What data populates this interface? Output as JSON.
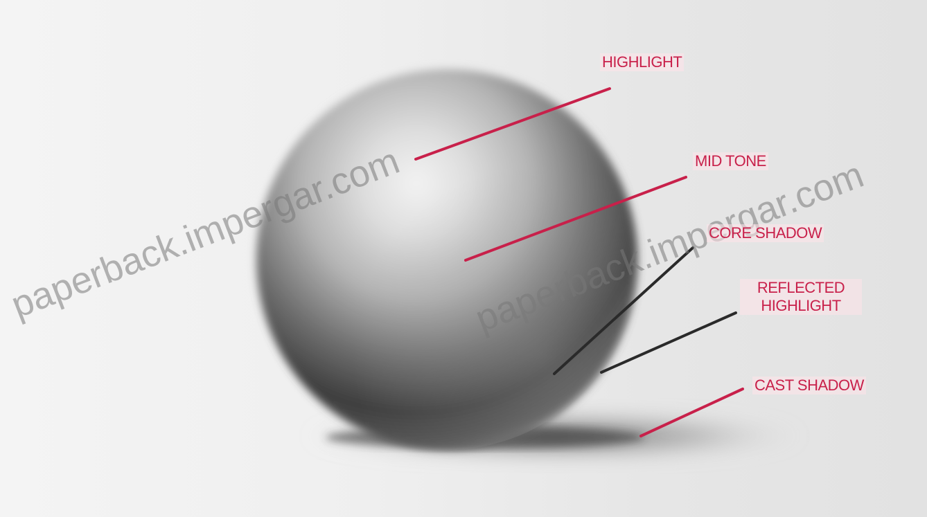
{
  "labels": {
    "highlight": "HIGHLIGHT",
    "mid_tone": "MID TONE",
    "core_shadow": "CORE SHADOW",
    "reflected_highlight": "REFLECTED HIGHLIGHT",
    "cast_shadow": "CAST SHADOW"
  },
  "watermark": "paperback.impergar.com",
  "colors": {
    "label_text": "#c8204a",
    "leader_line": "#c8204a",
    "background": "#ececec"
  }
}
